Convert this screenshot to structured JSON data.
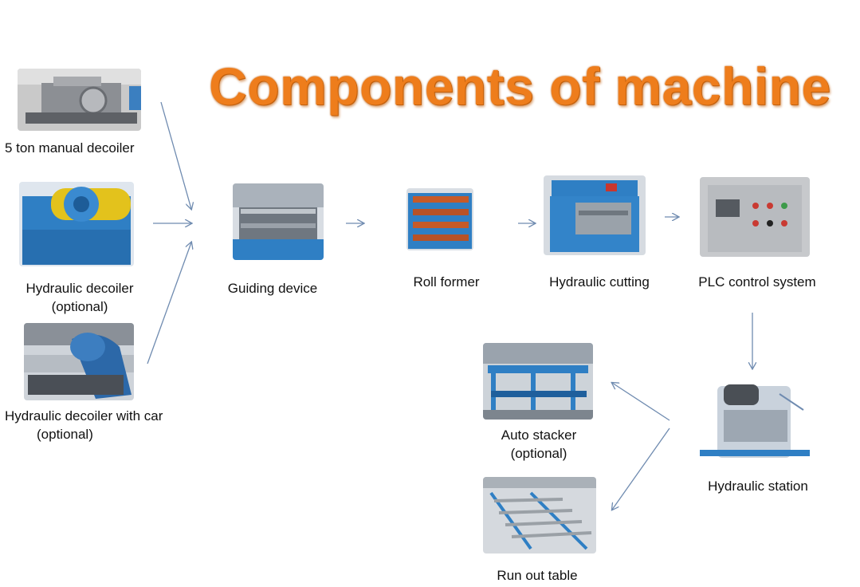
{
  "title": "Components of machine",
  "components": {
    "manual_decoiler": "5 ton manual decoiler",
    "hydraulic_decoiler": [
      "Hydraulic decoiler",
      "(optional)"
    ],
    "hydraulic_decoiler_car": [
      "Hydraulic decoiler with car",
      "(optional)"
    ],
    "guiding_device": "Guiding device",
    "roll_former": "Roll former",
    "hydraulic_cutting": "Hydraulic cutting",
    "plc_control": "PLC control system",
    "hydraulic_station": "Hydraulic station",
    "auto_stacker": [
      "Auto stacker",
      "(optional)"
    ],
    "run_out_table": "Run out table"
  },
  "colors": {
    "title": "#ee7d1c",
    "arrow": "#6f8bb0",
    "machine_blue": "#2f7fc4"
  }
}
